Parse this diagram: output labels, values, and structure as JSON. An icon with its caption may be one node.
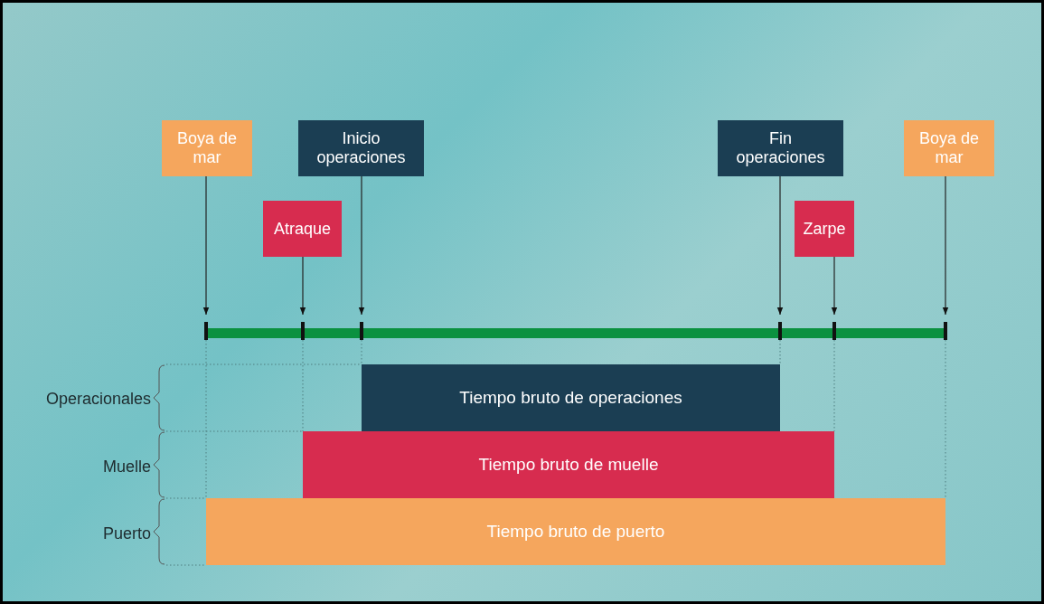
{
  "diagram": {
    "nodes": [
      {
        "text": [
          "Boya de mar"
        ]
      },
      {
        "text": [
          "Inicio operaciones"
        ]
      },
      {
        "text": [
          "Atraque"
        ]
      },
      {
        "text": [
          "Fin operaciones"
        ]
      },
      {
        "text": [
          "Zarpe"
        ]
      },
      {
        "text": [
          "Boya de mar"
        ]
      },
      {
        "text": [],
        "shape": "bar"
      },
      {
        "text": [
          "Tiempo bruto de operaciones"
        ]
      },
      {
        "text": [
          "Tiempo bruto de muelle"
        ]
      },
      {
        "text": [
          "Tiempo bruto de puerto"
        ]
      }
    ],
    "edges": [
      {
        "from": 0,
        "to": 6,
        "arrow": "to"
      },
      {
        "from": 1,
        "to": 6,
        "arrow": "to"
      },
      {
        "from": 2,
        "to": 6,
        "arrow": "to"
      },
      {
        "from": 3,
        "to": 6,
        "arrow": "to"
      },
      {
        "from": 4,
        "to": 6,
        "arrow": "to"
      },
      {
        "from": 5,
        "to": 6,
        "arrow": "to"
      }
    ],
    "labels": [
      "Operacionales",
      "Muelle",
      "Puerto"
    ]
  }
}
